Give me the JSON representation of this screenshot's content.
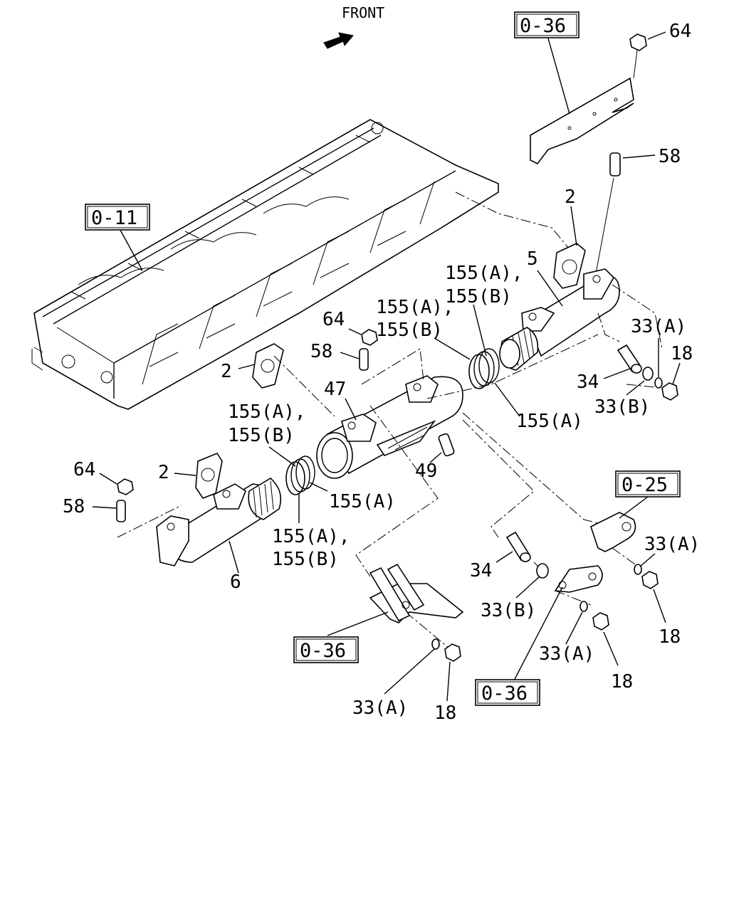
{
  "front_label": "FRONT",
  "refs": {
    "r036_top": "0-36",
    "r011": "0-11",
    "r025": "0-25",
    "r036_mid": "0-36",
    "r036_bot": "0-36"
  },
  "callouts": {
    "c64_top": "64",
    "c58_top": "58",
    "c2_top": "2",
    "c5": "5",
    "c155ab_top_1": "155(A),",
    "c155ab_top_2": "155(B)",
    "c33a_r1": "33(A)",
    "c18_r1": "18",
    "c34_r1": "34",
    "c33b_r1": "33(B)",
    "c64_mid": "64",
    "c155ab_mid_1": "155(A),",
    "c155ab_mid_2": "155(B)",
    "c58_mid": "58",
    "c2_mid": "2",
    "c47": "47",
    "c155a_r": "155(A)",
    "c155ab_left_1": "155(A),",
    "c155ab_left_2": "155(B)",
    "c49": "49",
    "c64_left": "64",
    "c2_left": "2",
    "c58_left": "58",
    "c155a_left": "155(A)",
    "c155ab_bot_1": "155(A),",
    "c155ab_bot_2": "155(B)",
    "c6": "6",
    "c33a_r2": "33(A)",
    "c34_bot": "34",
    "c33b_bot": "33(B)",
    "c18_r2": "18",
    "c33a_bot2": "33(A)",
    "c18_bot2": "18",
    "c33a_bot1": "33(A)",
    "c18_bot1": "18"
  }
}
